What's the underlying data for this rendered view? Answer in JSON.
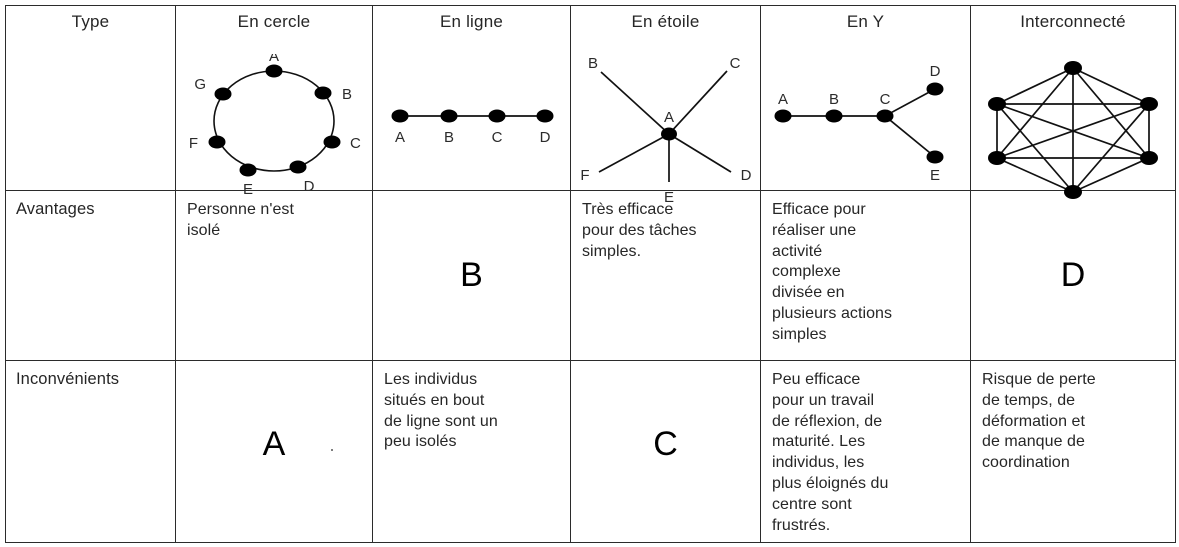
{
  "table": {
    "columns": [
      {
        "key": "type",
        "header": "Type"
      },
      {
        "key": "cercle",
        "header": "En cercle"
      },
      {
        "key": "ligne",
        "header": "En ligne"
      },
      {
        "key": "etoile",
        "header": "En étoile"
      },
      {
        "key": "y",
        "header": "En Y"
      },
      {
        "key": "interconnecte",
        "header": "Interconnecté"
      }
    ],
    "rows": [
      {
        "label": "Avantages",
        "cells": [
          {
            "text": "Personne n'est\nisolé"
          },
          {
            "blank": "B"
          },
          {
            "text": "Très efficace\npour des tâches\nsimples."
          },
          {
            "text": "Efficace pour\nréaliser une\nactivité\ncomplexe\ndivisée en\nplusieurs actions\nsimples"
          },
          {
            "blank": "D"
          }
        ]
      },
      {
        "label": "Inconvénients",
        "cells": [
          {
            "blank": "A"
          },
          {
            "text": "Les individus\nsitués en bout\nde ligne sont un\npeu isolés"
          },
          {
            "blank": "C"
          },
          {
            "text": "Peu efficace\npour un travail\nde réflexion, de\nmaturité. Les\nindividus, les\nplus éloignés du\ncentre sont\nfrustrés."
          },
          {
            "text": "Risque de perte\nde temps, de\ndéformation et\nde manque de\ncoordination"
          }
        ]
      }
    ]
  },
  "diagrams": {
    "cercle": {
      "type": "ring-graph",
      "node_labels": [
        "A",
        "B",
        "C",
        "D",
        "E",
        "F",
        "G"
      ],
      "node_count": 7
    },
    "ligne": {
      "type": "chain-graph",
      "node_labels": [
        "A",
        "B",
        "C",
        "D"
      ],
      "node_count": 4
    },
    "etoile": {
      "type": "star-graph",
      "center_label": "A",
      "spoke_labels": [
        "B",
        "C",
        "D",
        "E",
        "F"
      ],
      "node_count": 6
    },
    "y": {
      "type": "y-graph",
      "node_labels": [
        "A",
        "B",
        "C",
        "D",
        "E"
      ],
      "node_count": 5
    },
    "interconnecte": {
      "type": "complete-graph",
      "node_labels": [],
      "node_count": 6
    }
  },
  "colors": {
    "ink": "#1a1a1a",
    "rule": "#2b2b2b",
    "node": "#000000",
    "paper": "#ffffff"
  }
}
